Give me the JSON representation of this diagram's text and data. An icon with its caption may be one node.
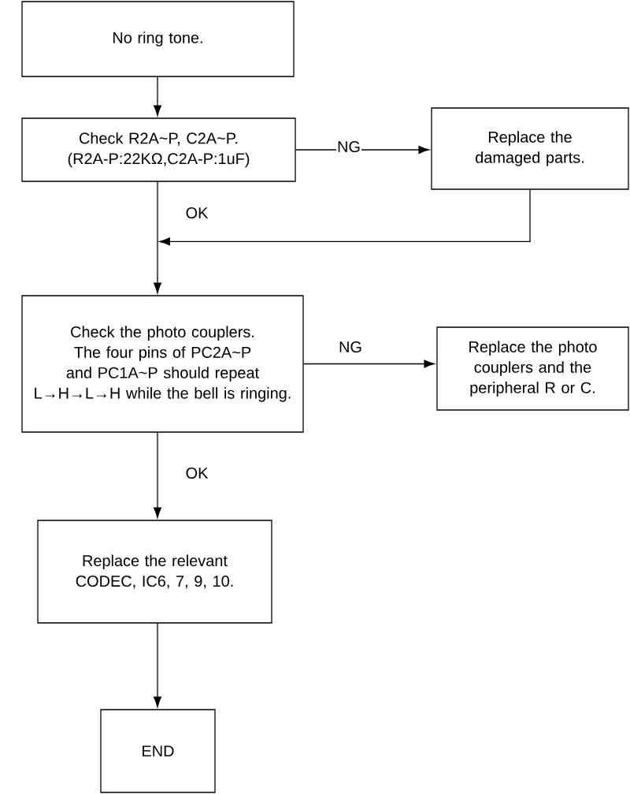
{
  "diagram": {
    "nodes": [
      {
        "text": [
          "No ring tone."
        ]
      },
      {
        "text": [
          "Check R2A~P, C2A~P. (R2A-P:22KΩ,C2A-P:1uF)"
        ]
      },
      {
        "text": [
          "Replace the damaged parts."
        ]
      },
      {
        "text": [
          "Check the photo couplers. The four pins of PC2A~P and PC1A~P should repeat L→H→L→H while the bell is ringing."
        ]
      },
      {
        "text": [
          "Replace the photo couplers and the peripheral R or C."
        ]
      },
      {
        "text": [
          "Replace the relevant CODEC, IC6, 7, 9, 10."
        ]
      },
      {
        "text": [
          "END"
        ]
      }
    ],
    "edges": [
      {
        "from": 0,
        "to": 1,
        "arrow": "to"
      },
      {
        "from": 1,
        "to": 2,
        "arrow": "to",
        "label": "NG"
      },
      {
        "from": 1,
        "to": 3,
        "arrow": "to",
        "label": "OK"
      },
      {
        "from": 2,
        "to": 3,
        "arrow": "to"
      },
      {
        "from": 3,
        "to": 4,
        "arrow": "to",
        "label": "NG"
      },
      {
        "from": 3,
        "to": 5,
        "arrow": "to",
        "label": "OK"
      },
      {
        "from": 5,
        "to": 6,
        "arrow": "to"
      }
    ]
  }
}
